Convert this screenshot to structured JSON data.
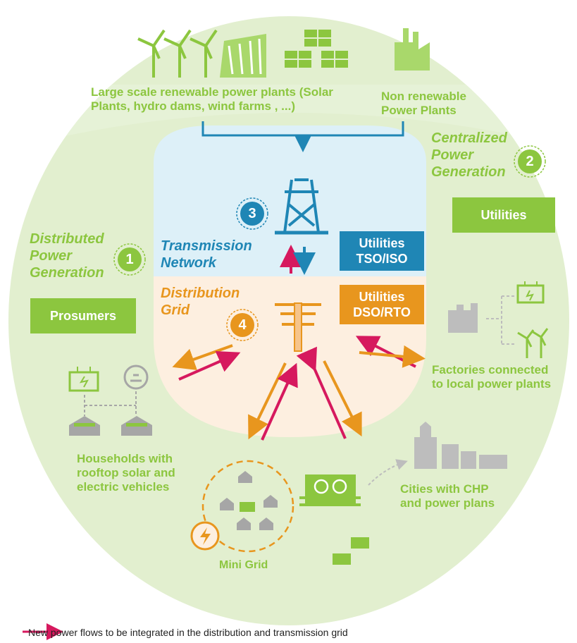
{
  "centralized": {
    "label": "Centralized Power Generation",
    "number": "2",
    "box": "Utilities",
    "renewable_plants": "Large scale renewable power plants (Solar Plants,  hydro dams, wind farms , ...)",
    "non_renewable_plants": "Non renewable Power Plants"
  },
  "transmission": {
    "label": "Transmission Network",
    "number": "3",
    "box": "Utilities TSO/ISO"
  },
  "distribution": {
    "label": "Distribution Grid",
    "number": "4",
    "box": "Utilities DSO/RTO"
  },
  "distributed": {
    "label": "Distributed Power Generation",
    "number": "1",
    "box": "Prosumers"
  },
  "nodes": {
    "factories": "Factories connected to local power plants",
    "households": "Households with rooftop solar and electric vehicles",
    "cities": "Cities with CHP and power plans",
    "mini_grid": "Mini Grid"
  },
  "legend": {
    "text": "New power flows to be integrated in the  distribution and transmission grid",
    "color": "#d6195e"
  },
  "colors": {
    "green": "#8cc63f",
    "light_green": "#e2efcf",
    "blue": "#1f86b5",
    "light_blue": "#ddf0f8",
    "orange": "#e8961e",
    "light_orange": "#fdefe0",
    "magenta": "#d6195e",
    "gray": "#a6a6a6"
  }
}
